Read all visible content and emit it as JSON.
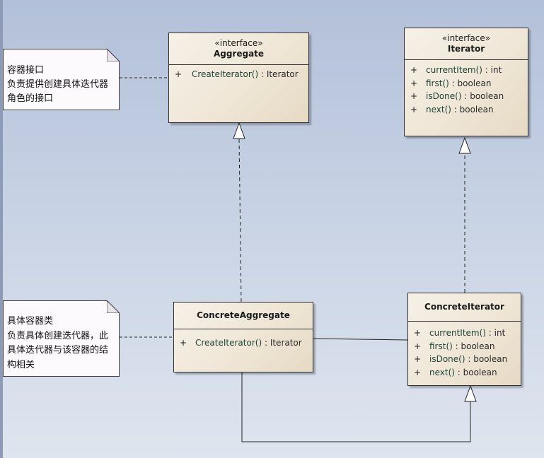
{
  "diagram": {
    "aggregate": {
      "stereotype": "«interface»",
      "name": "Aggregate",
      "operations": [
        {
          "visibility": "+",
          "name": "CreateIterator()",
          "returns": " : Iterator"
        }
      ]
    },
    "iterator": {
      "stereotype": "«interface»",
      "name": "Iterator",
      "operations": [
        {
          "visibility": "+",
          "name": "currentItem()",
          "returns": " : int"
        },
        {
          "visibility": "+",
          "name": "first()",
          "returns": " : boolean"
        },
        {
          "visibility": "+",
          "name": "isDone()",
          "returns": " : boolean"
        },
        {
          "visibility": "+",
          "name": "next()",
          "returns": " : boolean"
        }
      ]
    },
    "concrete_aggregate": {
      "name": "ConcreteAggregate",
      "operations": [
        {
          "visibility": "+",
          "name": "CreateIterator()",
          "returns": " : Iterator"
        }
      ]
    },
    "concrete_iterator": {
      "name": "ConcreteIterator",
      "operations": [
        {
          "visibility": "+",
          "name": "currentItem()",
          "returns": " : int"
        },
        {
          "visibility": "+",
          "name": "first()",
          "returns": " : boolean"
        },
        {
          "visibility": "+",
          "name": "isDone()",
          "returns": " : boolean"
        },
        {
          "visibility": "+",
          "name": "next()",
          "returns": " : boolean"
        }
      ]
    },
    "note_aggregate": {
      "lines": [
        "容器接口",
        "负责提供创建具体迭代器",
        "角色的接口"
      ]
    },
    "note_concrete_aggregate": {
      "lines": [
        "具体容器类",
        "负责具体创建迭代器，此",
        "具体迭代器与该容器的结",
        "构相关"
      ]
    }
  }
}
